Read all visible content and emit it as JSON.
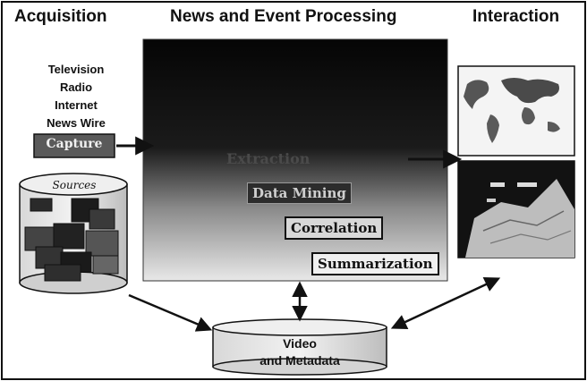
{
  "sections": {
    "acquisition": "Acquisition",
    "processing": "News and Event Processing",
    "interaction": "Interaction"
  },
  "sources": [
    "Television",
    "Radio",
    "Internet",
    "News Wire"
  ],
  "stages": {
    "caption": "Capture",
    "extraction": "Extraction",
    "data_mining": "Data Mining",
    "correlation": "Correlation",
    "summarization": "Summarization"
  },
  "sources_db_label": "Sources",
  "storage": {
    "line1": "Video",
    "line2": "and Metadata"
  },
  "colors": {
    "panel_dark": "#0b0b0b",
    "box_light": "#e6e6e6",
    "box_border": "#111111",
    "arrow": "#111111"
  }
}
